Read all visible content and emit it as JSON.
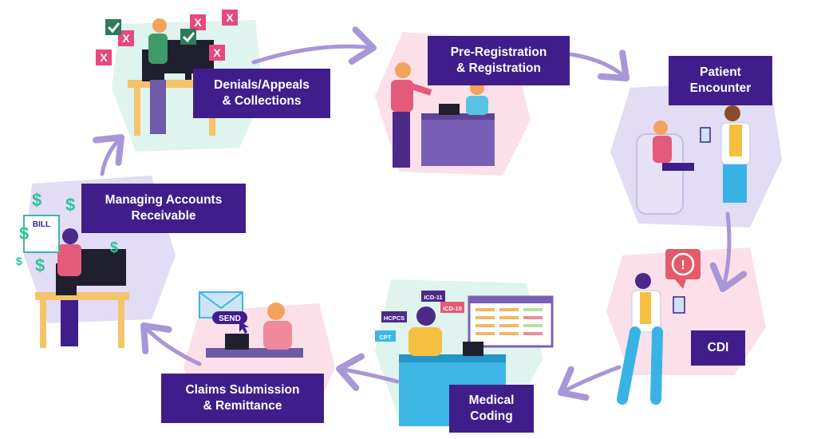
{
  "steps": {
    "denials": "Denials/Appeals\n& Collections",
    "preregistration": "Pre-Registration\n& Registration",
    "encounter": "Patient\nEncounter",
    "cdi": "CDI",
    "coding": "Medical\nCoding",
    "claims": "Claims Submission\n& Remittance",
    "ar": "Managing Accounts\nReceivable"
  },
  "props": {
    "bill": "BILL",
    "send": "SEND",
    "code_icd11": "ICD-11",
    "code_icd10": "ICD-10",
    "code_hcpcs": "HCPCS",
    "code_cpt": "CPT",
    "alert": "!",
    "dollar": "$",
    "reject": "X"
  },
  "colors": {
    "label_bg": "#3f1e8c",
    "arrow": "#a896d6",
    "blob_pink": "#fbe0ea",
    "blob_lavender": "#e3dcf5",
    "blob_mint": "#dff3ef"
  }
}
